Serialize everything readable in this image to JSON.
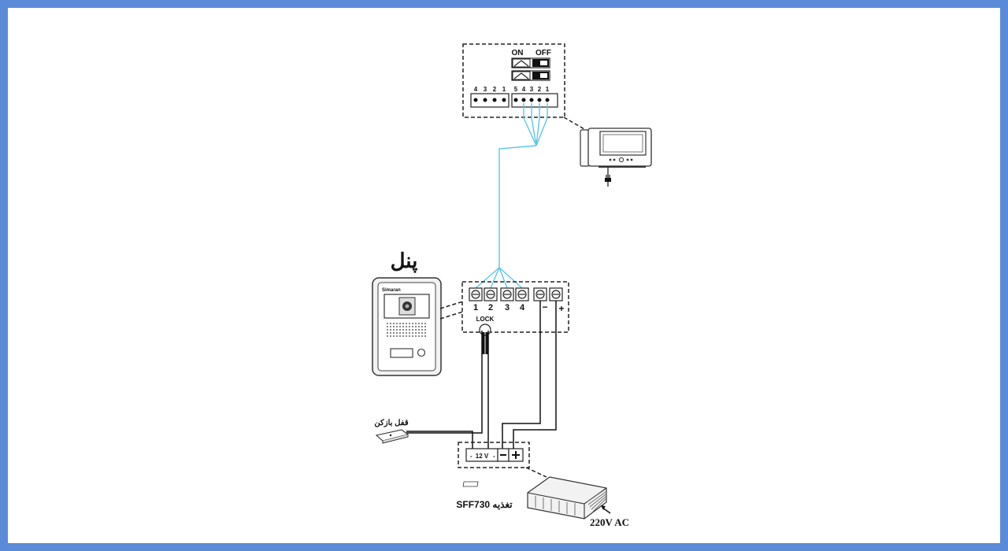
{
  "module": {
    "switch_on": "ON",
    "switch_off": "OFF",
    "left_pins": [
      "4",
      "3",
      "2",
      "1"
    ],
    "right_pins": [
      "5",
      "4",
      "3",
      "2",
      "1"
    ]
  },
  "panel": {
    "title": "پنل",
    "brand": "Simaran"
  },
  "terminal": {
    "pins": [
      "1",
      "2",
      "3",
      "4",
      "−",
      "+"
    ],
    "lock_label": "LOCK"
  },
  "door_lock": {
    "label": "قفل بازکن"
  },
  "power_terminal": {
    "minus": "-",
    "voltage": "12 V",
    "minus2": "-"
  },
  "power_supply": {
    "label": "SFF730 تغذیه",
    "input": "220V AC"
  },
  "colors": {
    "bus_wire": "#5bc6e8",
    "frame_border": "#5b8bd8"
  }
}
